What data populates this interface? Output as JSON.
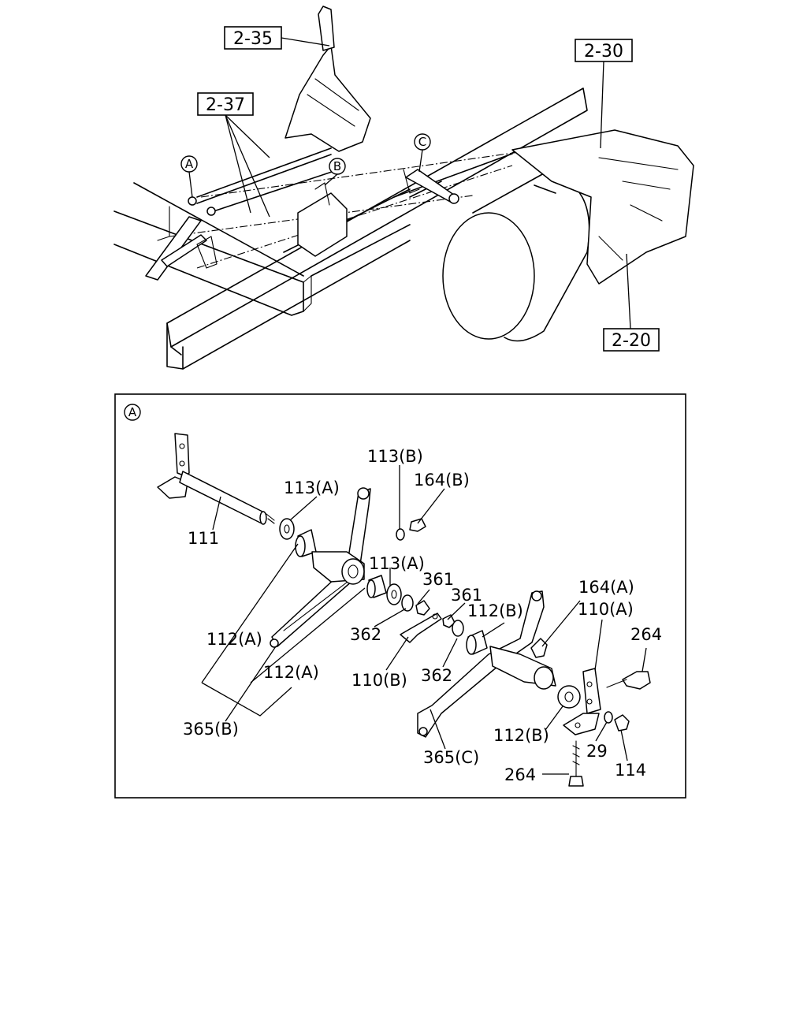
{
  "overview": {
    "ref_boxes": [
      "2-35",
      "2-37",
      "2-30",
      "2-20"
    ],
    "circle_markers": [
      "A",
      "B",
      "C"
    ]
  },
  "detail": {
    "marker": "A",
    "labels": {
      "p111": "111",
      "p113a_top": "113(A)",
      "p113b": "113(B)",
      "p164b": "164(B)",
      "p113a_mid": "113(A)",
      "p361_a": "361",
      "p361_b": "361",
      "p112b_top": "112(B)",
      "p164a": "164(A)",
      "p110a": "110(A)",
      "p264_top": "264",
      "p362_a": "362",
      "p112a_left": "112(A)",
      "p112a_mid": "112(A)",
      "p110b": "110(B)",
      "p362_b": "362",
      "p365b": "365(B)",
      "p112b_bottom": "112(B)",
      "p29": "29",
      "p365c": "365(C)",
      "p114": "114",
      "p264_bottom": "264"
    }
  }
}
